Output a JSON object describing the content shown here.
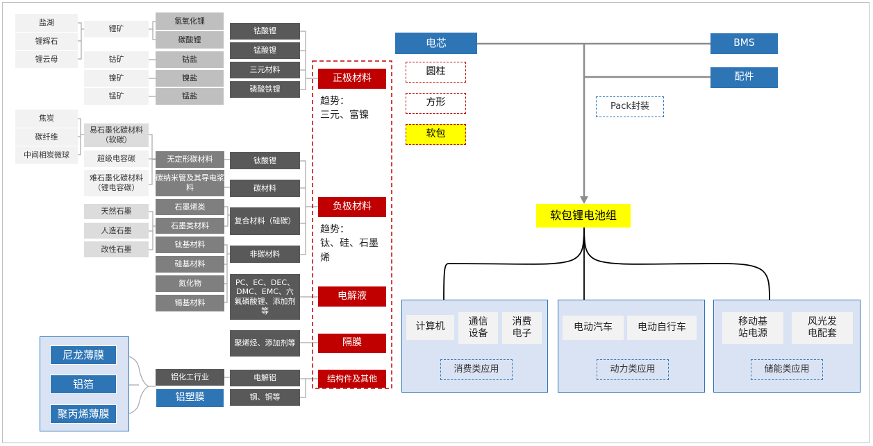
{
  "raw_materials": {
    "brine": "盐湖",
    "spodumene": "锂辉石",
    "lepidolite": "锂云母",
    "coke": "焦炭",
    "carbon_fiber": "碳纤维",
    "mesophase_microbeads": "中间相炭微球"
  },
  "ores": {
    "lithium_ore": "锂矿",
    "cobalt_ore": "钴矿",
    "nickel_ore": "镍矿",
    "manganese_ore": "锰矿"
  },
  "salts": {
    "lithium_hydroxide": "氢氧化锂",
    "lithium_carbonate": "碳酸锂",
    "cobalt_salt": "钴盐",
    "nickel_salt": "镍盐",
    "manganese_salt": "锰盐"
  },
  "cathode_materials": {
    "lco": "钴酸锂",
    "lmo": "锰酸锂",
    "ternary": "三元材料",
    "lfp": "磷酸铁锂"
  },
  "carbon_precursors": {
    "soft_carbon": "易石墨化碳材料（软碳）",
    "supercap_carbon": "超级电容碳",
    "hard_carbon": "难石墨化碳材料（锂电容碳）",
    "natural_graphite": "天然石墨",
    "artificial_graphite": "人造石墨",
    "modified_graphite": "改性石墨"
  },
  "anode_sub": {
    "amorphous_carbon": "无定形碳材料",
    "cnt_conductive": "碳纳米管及其导电浆料",
    "graphene": "石墨烯类",
    "graphite_materials": "石墨类材料",
    "titanium_based": "钛基材料",
    "silicon_based": "硅基材料",
    "nitrides": "氮化物",
    "tin_based": "锡基材料"
  },
  "anode_materials": {
    "lto": "钛酸锂",
    "carbon_materials": "碳材料",
    "composite": "复合材料（硅碳）",
    "non_carbon": "非碳材料"
  },
  "other_inputs": {
    "electrolyte_solvents": "PC、EC、DEC、DMC、EMC、六氟磷酸锂、添加剂等",
    "polyolefin": "聚烯烃、添加剂等",
    "electrolytic_aluminum": "电解铝",
    "steel_copper": "钢、铜等",
    "aluminum_industry": "铝化工行业",
    "nylon_film": "尼龙薄膜",
    "aluminum_foil": "铝箔",
    "pp_film": "聚丙烯薄膜",
    "aluminum_laminate": "铝塑膜"
  },
  "key_materials": {
    "cathode": "正极材料",
    "cathode_trend": "趋势：\n三元、富镍",
    "anode": "负极材料",
    "anode_trend": "趋势：\n钛、硅、石墨烯",
    "electrolyte": "电解液",
    "separator": "隔膜",
    "structural": "结构件及其他"
  },
  "cell": {
    "label": "电芯",
    "formats": [
      "圆柱",
      "方形",
      "软包"
    ],
    "bms": "BMS",
    "accessories": "配件",
    "pack": "Pack封装",
    "battery_pack": "软包锂电池组"
  },
  "applications": [
    {
      "items": [
        "计算机",
        "通信\n设备",
        "消费\n电子"
      ],
      "label": "消费类应用"
    },
    {
      "items": [
        "电动汽车",
        "电动自行车"
      ],
      "label": "动力类应用"
    },
    {
      "items": [
        "移动基\n站电源",
        "风光发\n电配套"
      ],
      "label": "储能类应用"
    }
  ],
  "colors": {
    "red": "#c00000",
    "blue": "#2e75b6",
    "yellow": "#ffff00",
    "panel": "#dae3f3",
    "dark_gray": "#7f7f7f"
  }
}
